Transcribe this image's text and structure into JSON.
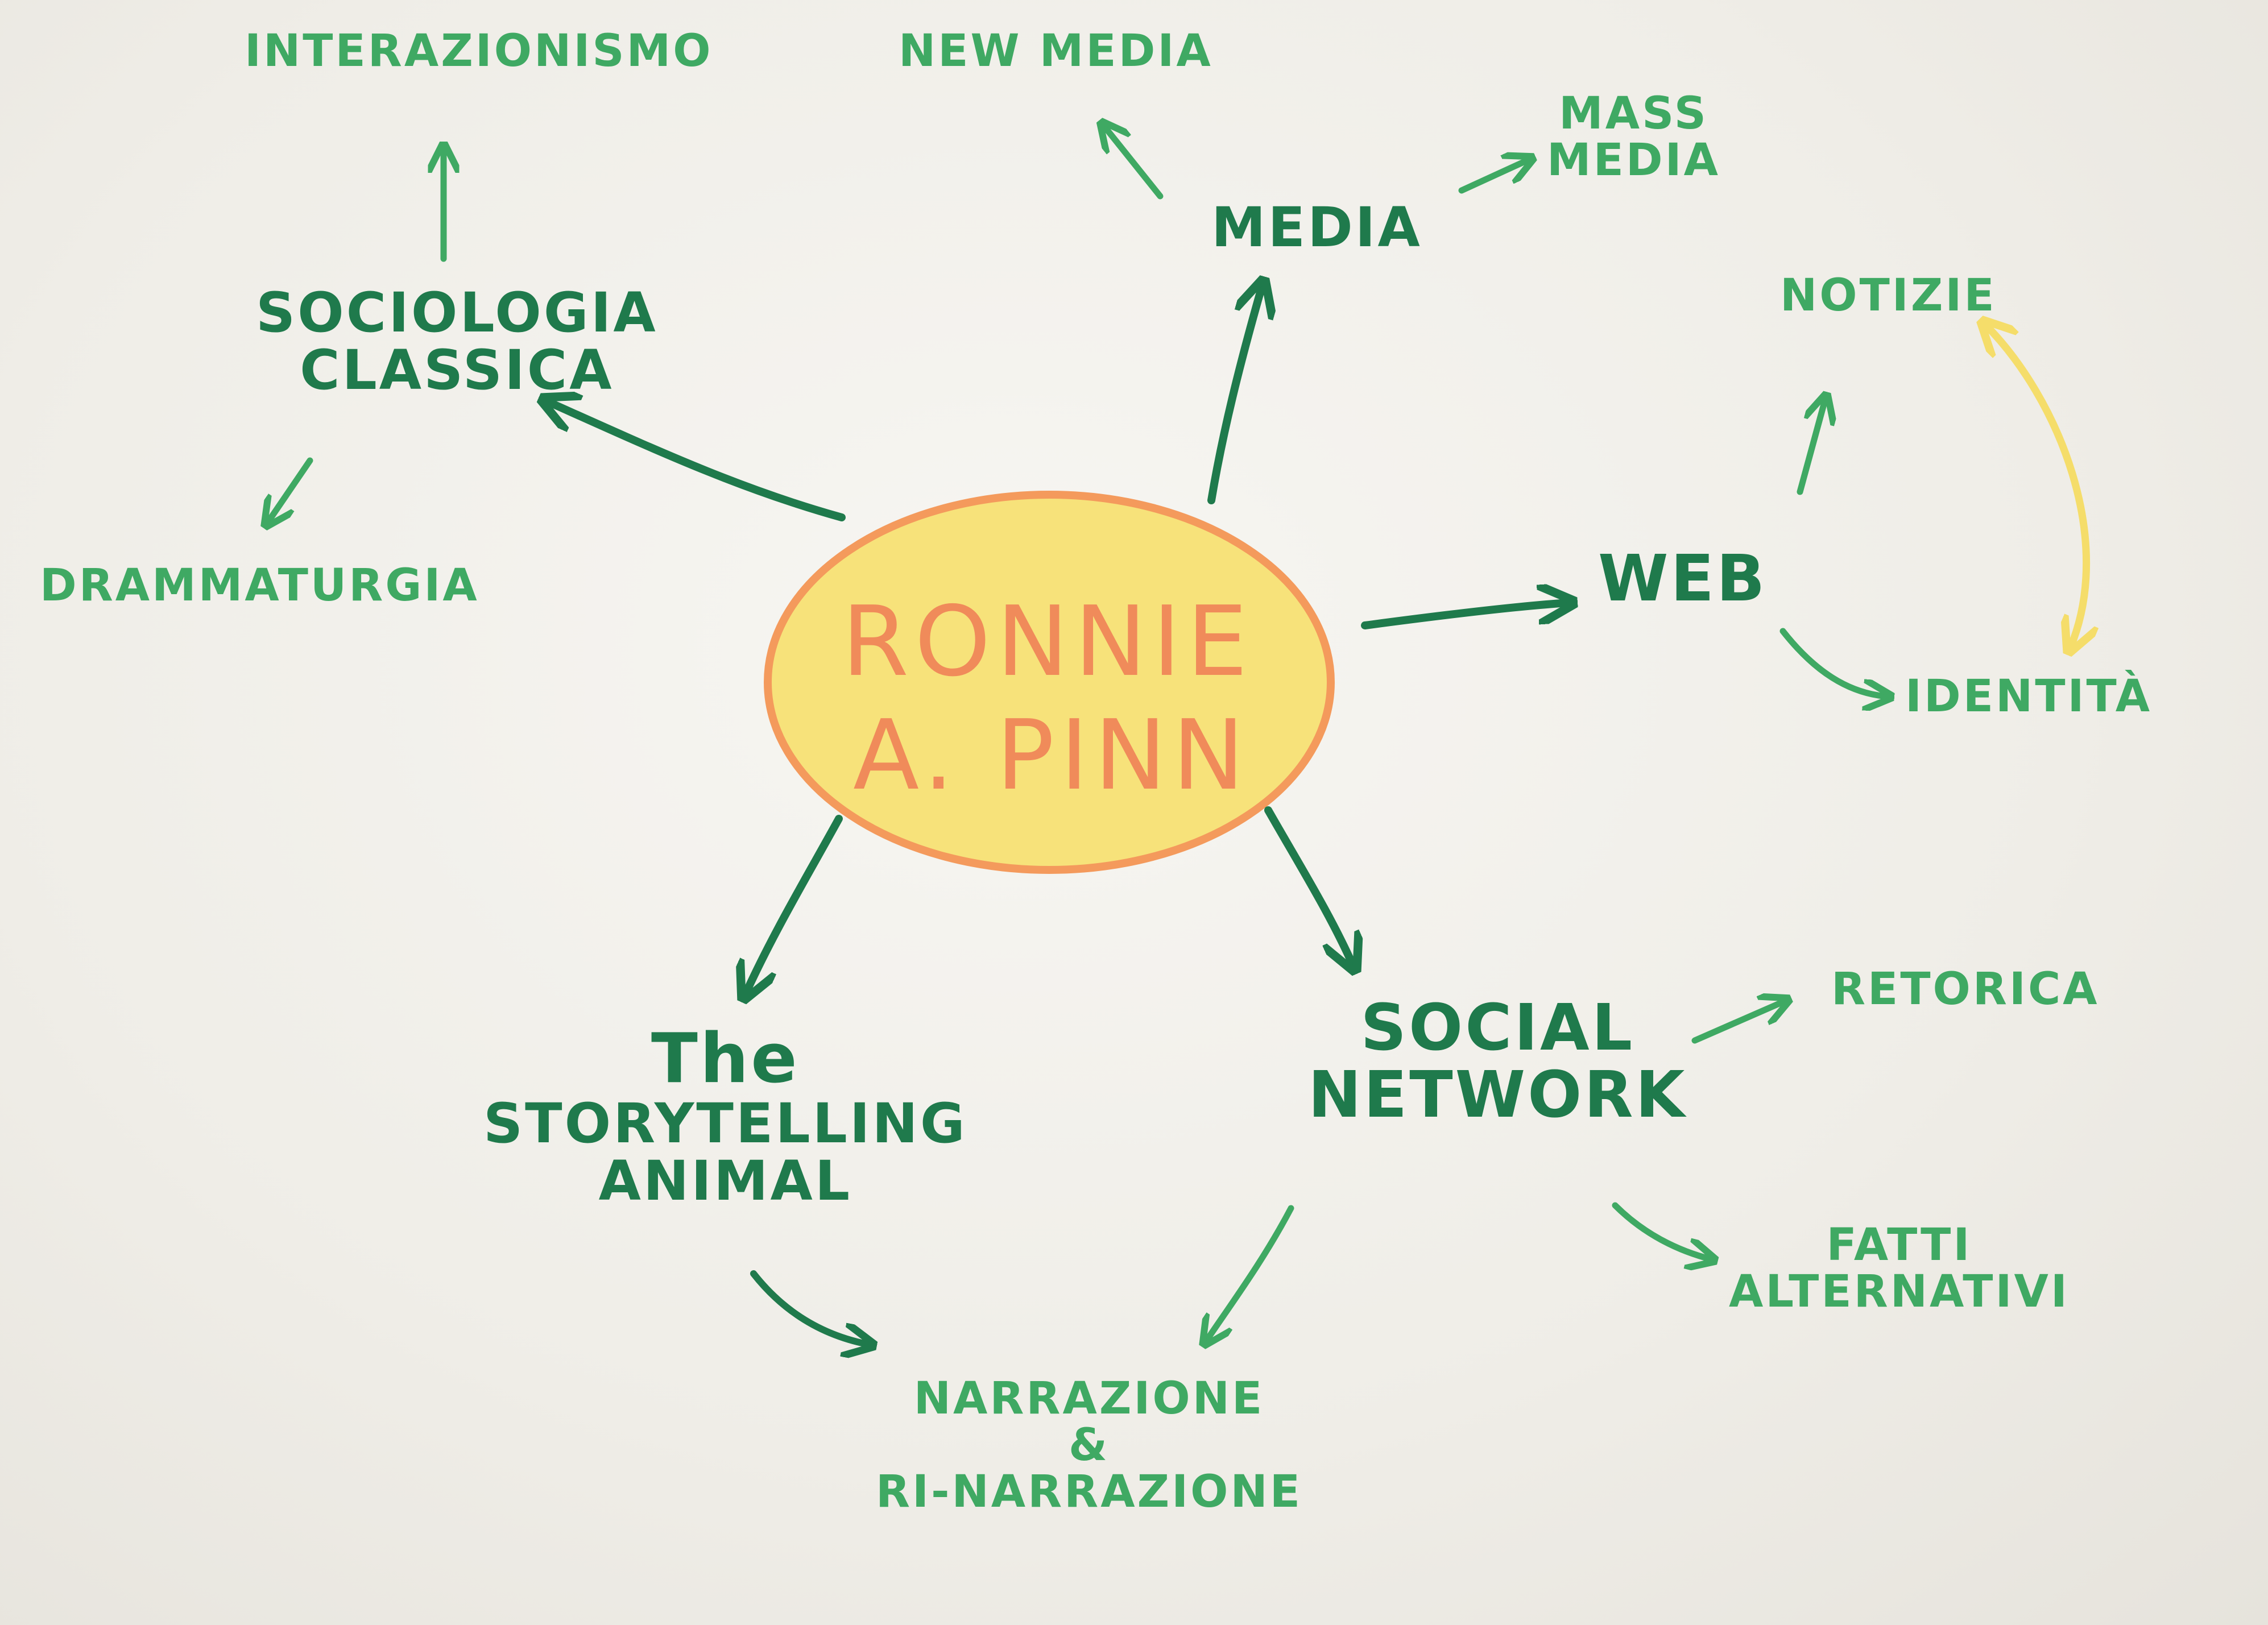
{
  "center": {
    "line1": "RONNIE",
    "line2": "A. PINN"
  },
  "branches": {
    "sociologia": {
      "line1": "SOCIOLOGIA",
      "line2": "CLASSICA"
    },
    "interazionismo": "INTERAZIONISMO",
    "drammaturgia": "DRAMMATURGIA",
    "media": "MEDIA",
    "new_media": "NEW MEDIA",
    "mass_media": {
      "line1": "MASS",
      "line2": "MEDIA"
    },
    "web": "WEB",
    "notizie": "NOTIZIE",
    "identita": "IDENTITÀ",
    "social_network": {
      "line1": "SOCIAL",
      "line2": "NETWORK"
    },
    "retorica": "RETORICA",
    "fatti_alternativi": {
      "line1": "FATTI",
      "line2": "ALTERNATIVI"
    },
    "storytelling": {
      "line1": "The",
      "line2": "STORYTELLING",
      "line3": "ANIMAL"
    },
    "narrazione": {
      "line1": "NARRAZIONE",
      "line2": "&",
      "line3": "RI-NARRAZIONE"
    }
  },
  "colors": {
    "dark_green": "#1f7a4c",
    "light_green": "#3fa963",
    "center_fill": "#f7e27a",
    "center_outline": "#f49a5c",
    "center_text": "#f08b5a",
    "accent_yellow": "#f5dd6a"
  }
}
